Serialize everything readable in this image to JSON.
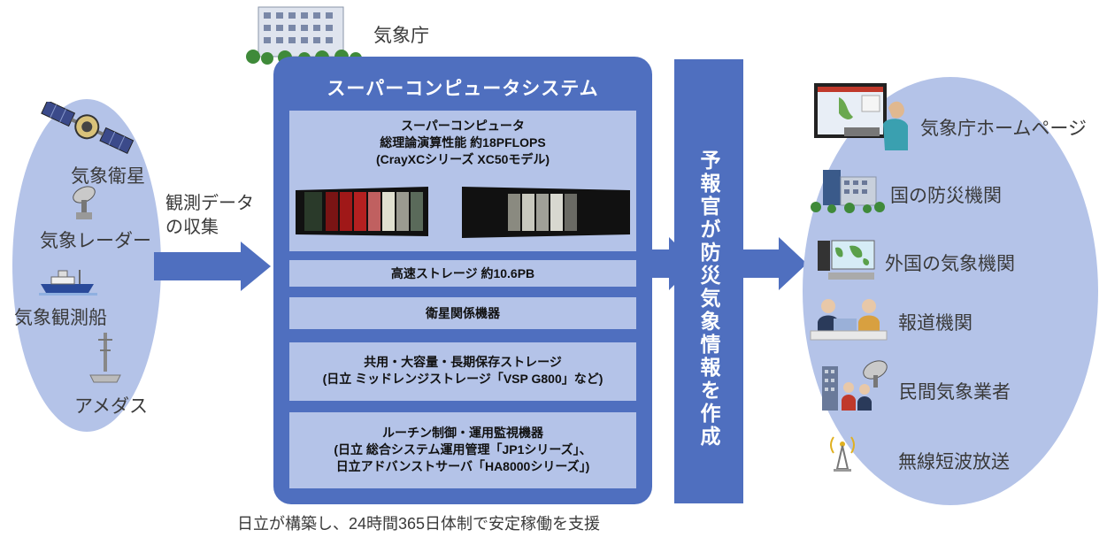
{
  "agency_label": "気象庁",
  "observation": {
    "items": [
      "気象衛星",
      "気象レーダー",
      "気象観測船",
      "アメダス"
    ],
    "arrow_label_line1": "観測データ",
    "arrow_label_line2": "の収集"
  },
  "system": {
    "title": "スーパーコンピュータシステム",
    "supercomputer": {
      "line1": "スーパーコンピュータ",
      "line2": "総理論演算性能  約18PFLOPS",
      "line3": "(CrayXCシリーズ XC50モデル)"
    },
    "storage": "高速ストレージ  約10.6PB",
    "satellite": "衛星関係機器",
    "shared_storage": {
      "line1": "共用・大容量・長期保存ストレージ",
      "line2": "(日立 ミッドレンジストレージ「VSP G800」など)"
    },
    "routine": {
      "line1": "ルーチン制御・運用監視機器",
      "line2": "(日立 総合システム運用管理「JP1シリーズ」、",
      "line3": "日立アドバンストサーバ「HA8000シリーズ」)"
    }
  },
  "forecaster": "予報官が防災気象情報を作成",
  "recipients": [
    "気象庁ホームページ",
    "国の防災機関",
    "外国の気象機関",
    "報道機関",
    "民間気象業者",
    "無線短波放送"
  ],
  "caption": "日立が構築し、24時間365日体制で安定稼働を支援",
  "colors": {
    "accent": "#4f6fbf",
    "panel": "#b4c3e8",
    "ellipse": "#b4c3e8"
  }
}
